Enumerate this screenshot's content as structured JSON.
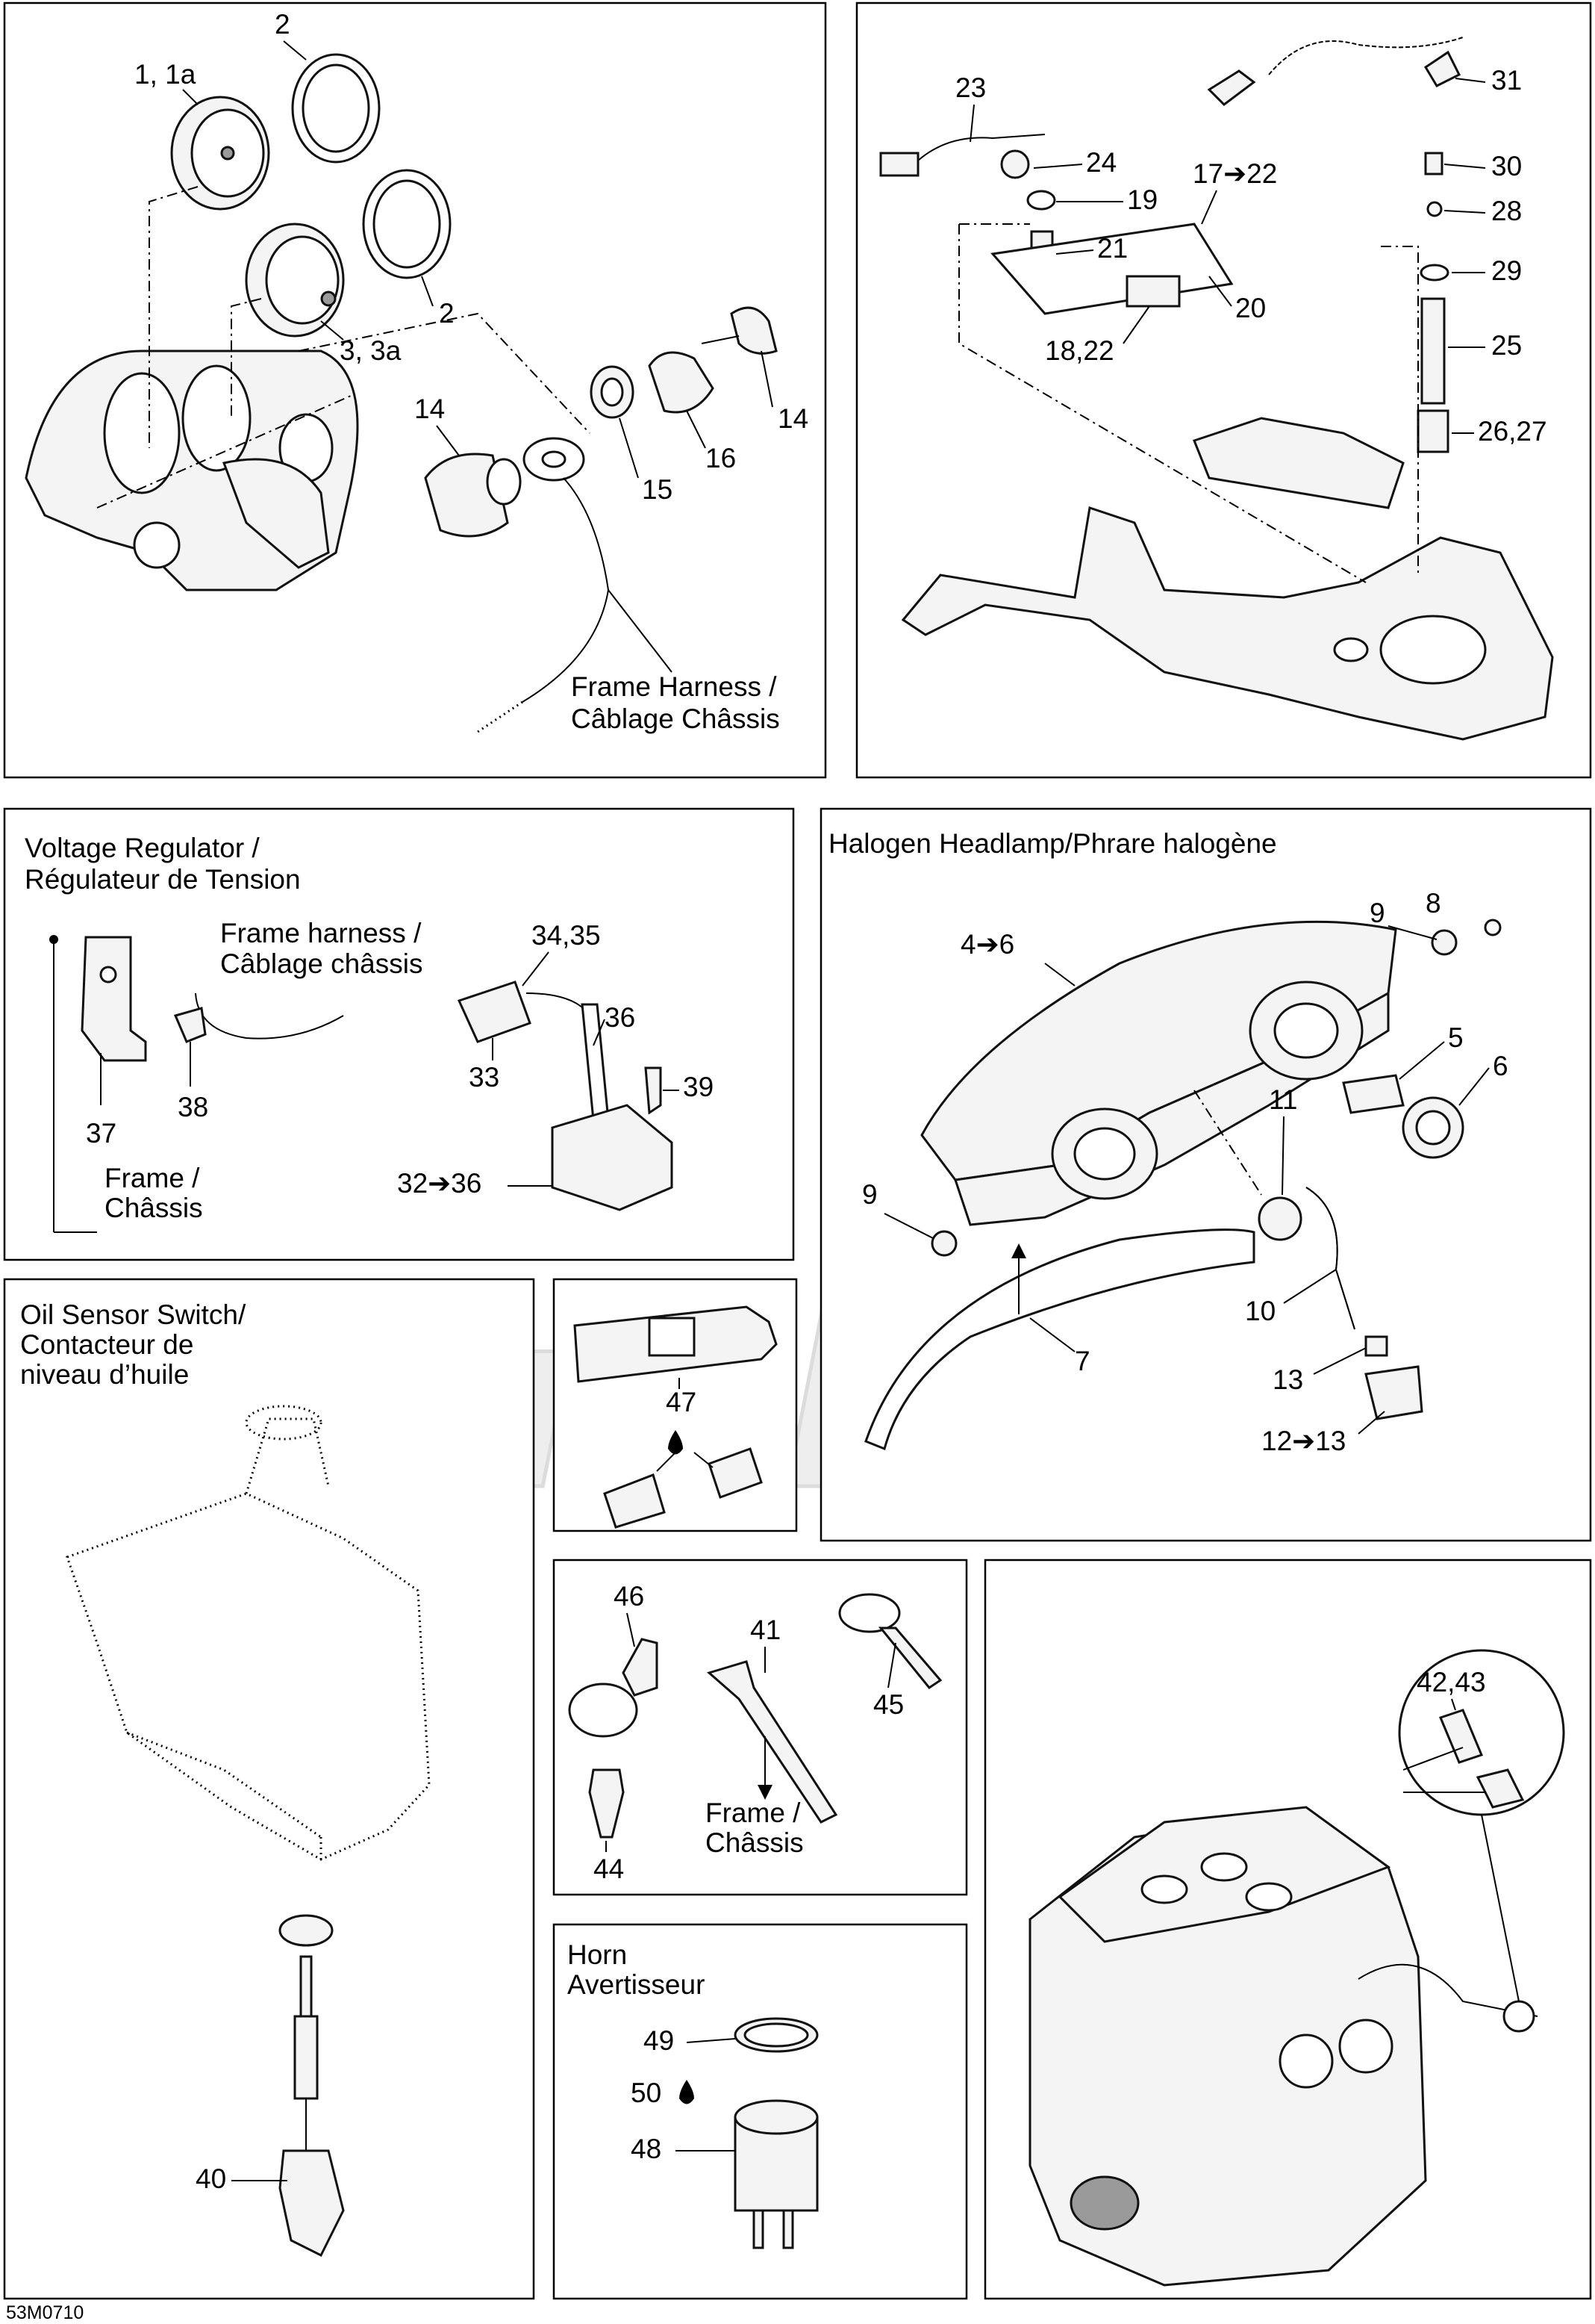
{
  "figure_code": "53M0710",
  "watermark": "AeroMoto",
  "sections": {
    "frame_harness": "Frame Harness /",
    "frame_harness_fr": "Câblage Châssis",
    "voltage_regulator": "Voltage Regulator /",
    "voltage_regulator_fr": "Régulateur de Tension",
    "frame_harness_small": "Frame harness /",
    "frame_harness_small_fr": "Câblage châssis",
    "frame_37": "Frame /",
    "frame_37_fr": "Châssis",
    "halogen": "Halogen Headlamp/Phrare halogène",
    "oil_sensor": "Oil Sensor Switch/",
    "oil_sensor_fr1": "Contacteur de",
    "oil_sensor_fr2": "niveau d’huile",
    "frame_41": "Frame /",
    "frame_41_fr": "Châssis",
    "horn": "Horn",
    "horn_fr": "Avertisseur"
  },
  "callouts": {
    "c_2a": "2",
    "c_1": "1, 1a",
    "c_2b": "2",
    "c_3": "3, 3a",
    "c_14a": "14",
    "c_14b": "14",
    "c_15": "15",
    "c_16": "16",
    "c_23": "23",
    "c_24": "24",
    "c_19": "19",
    "c_17": "17➔22",
    "c_21": "21",
    "c_20": "20",
    "c_18": "18,22",
    "c_31": "31",
    "c_30": "30",
    "c_28": "28",
    "c_29": "29",
    "c_25": "25",
    "c_26": "26,27",
    "c_34": "34,35",
    "c_36": "36",
    "c_33": "33",
    "c_39": "39",
    "c_32": "32➔36",
    "c_37": "37",
    "c_38": "38",
    "c_8": "8",
    "c_9a": "9",
    "c_4": "4➔6",
    "c_5": "5",
    "c_6": "6",
    "c_11": "11",
    "c_9b": "9",
    "c_10": "10",
    "c_7": "7",
    "c_13": "13",
    "c_12": "12➔13",
    "c_47": "47",
    "c_46": "46",
    "c_41": "41",
    "c_45": "45",
    "c_44": "44",
    "c_42": "42,43",
    "c_49": "49",
    "c_50": "50",
    "c_48": "48",
    "c_40": "40"
  }
}
